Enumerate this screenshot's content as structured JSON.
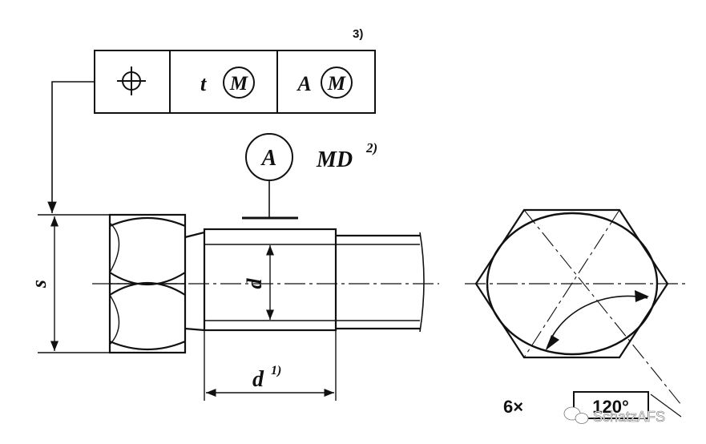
{
  "note_ref_top": "3)",
  "frame": {
    "tolerance_value": "t",
    "modifier_symbol": "M",
    "datum_letter": "A",
    "datum_modifier": "M"
  },
  "datum": {
    "letter": "A",
    "label": "MD",
    "label_sup": "2)"
  },
  "dims": {
    "s": "s",
    "d_inner": "d",
    "d_lower": "d",
    "d_lower_sup": "1)"
  },
  "hex": {
    "multiplier": "6×",
    "angle": "120°"
  },
  "watermark": "SchatzAFS",
  "colors": {
    "ink": "#111111",
    "paper": "#ffffff"
  }
}
